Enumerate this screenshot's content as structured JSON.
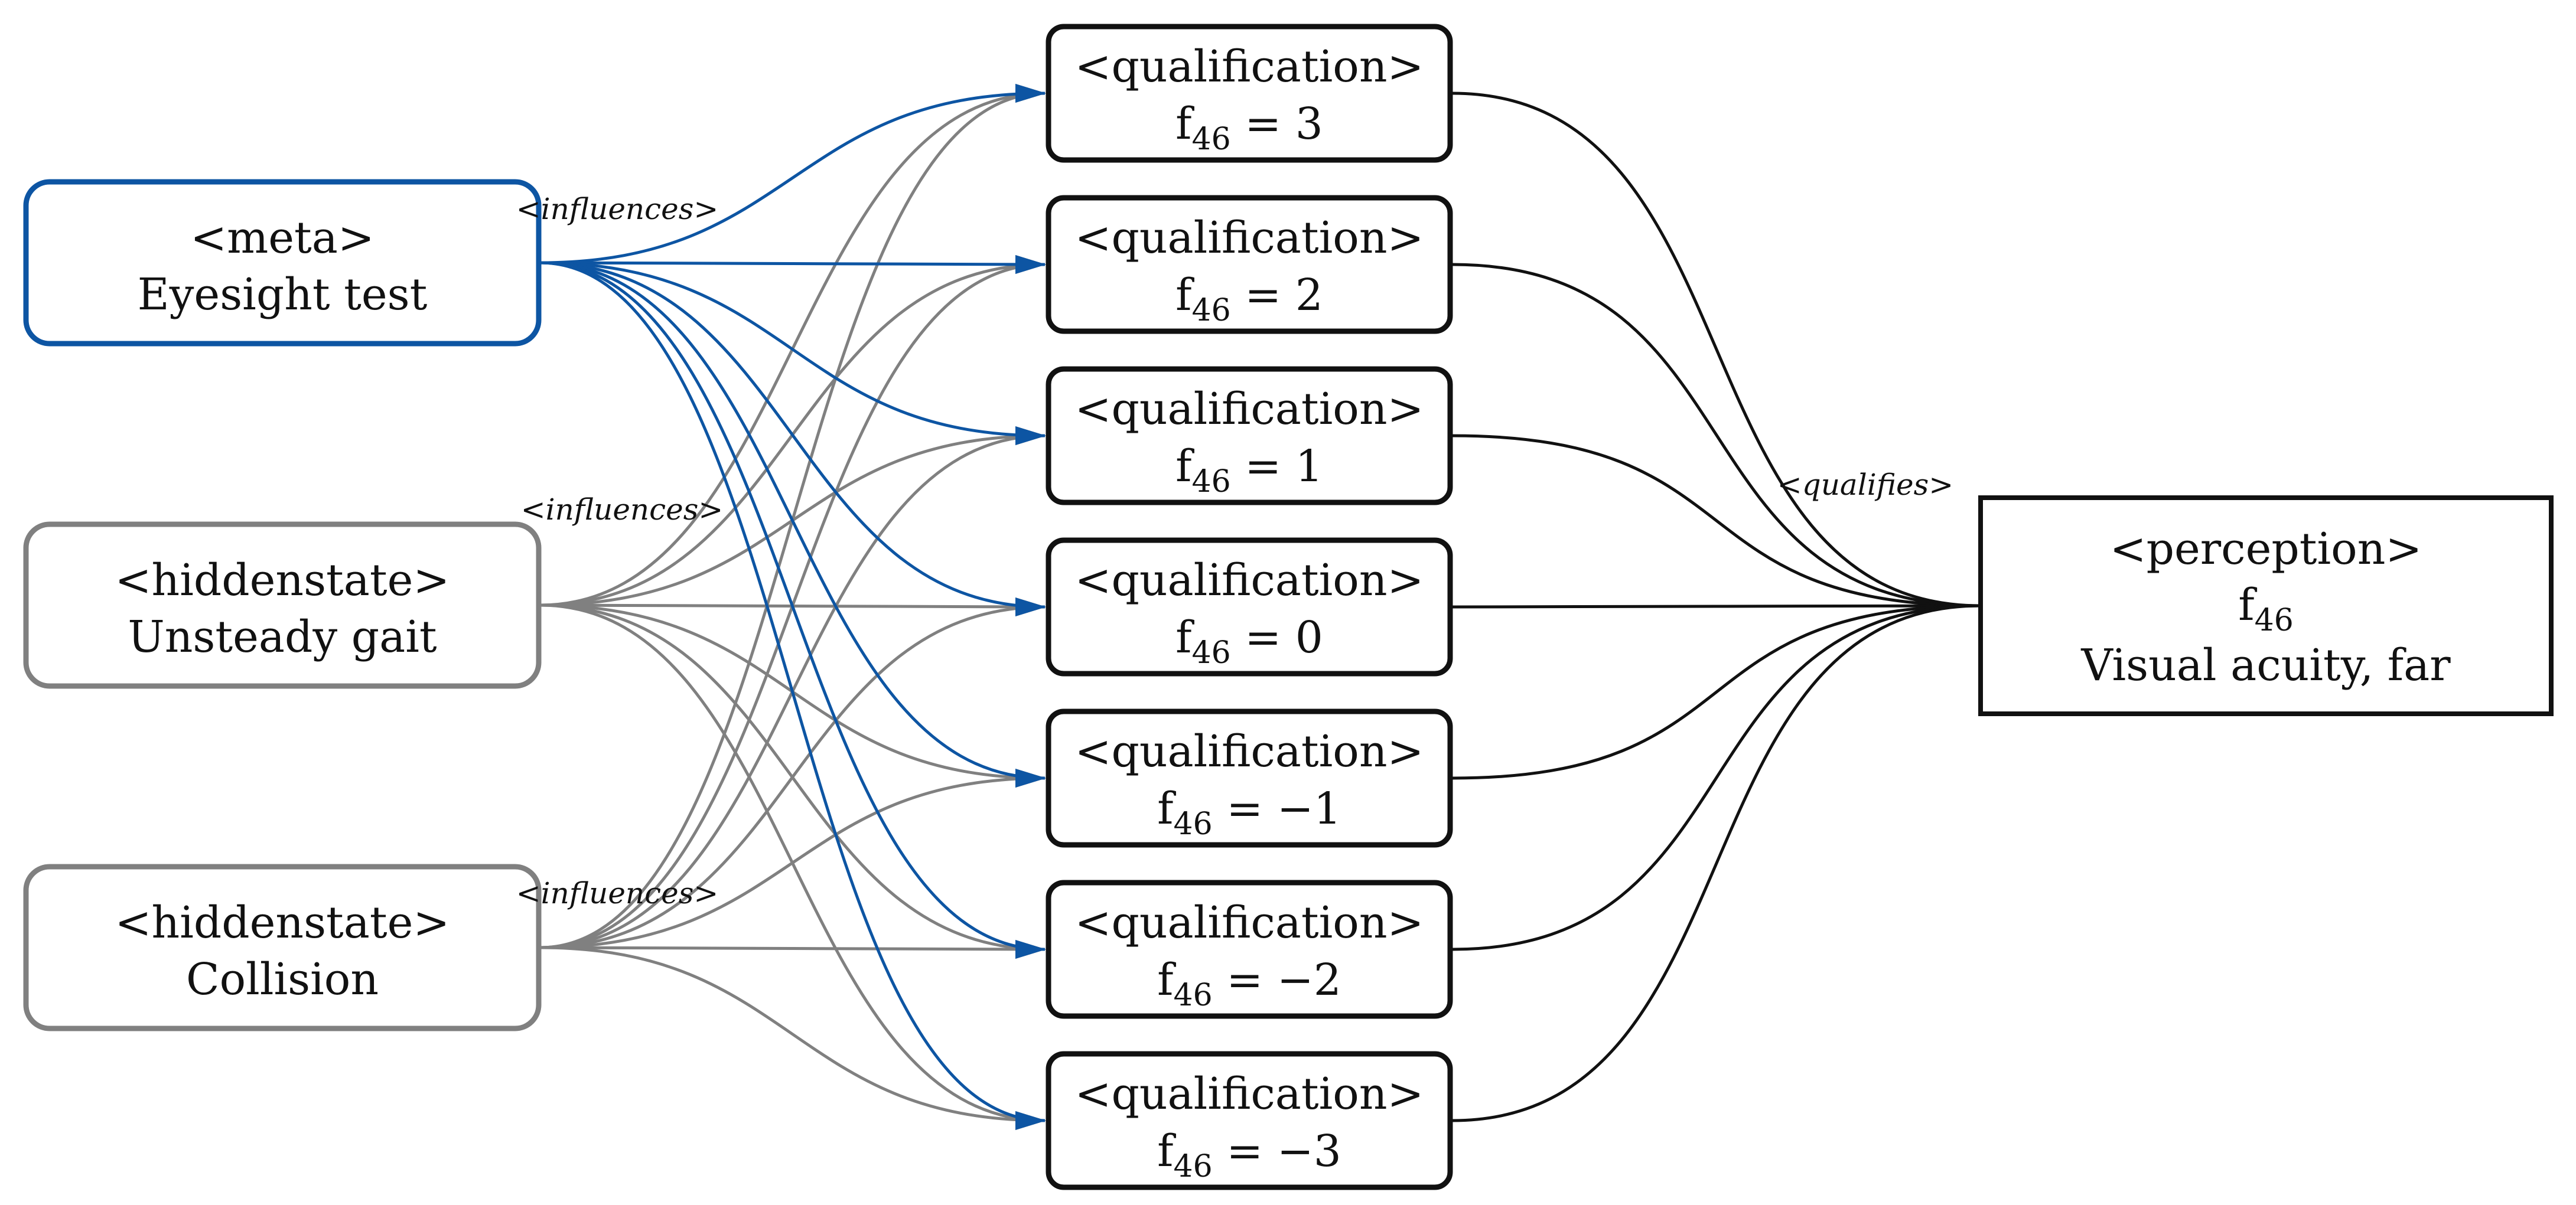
{
  "colors": {
    "meta": "#0d55a3",
    "hidden": "#808080",
    "qualifies": "#111111",
    "box_border": "#111111"
  },
  "sources": [
    {
      "id": "meta",
      "tag": "<meta>",
      "name": "Eyesight test",
      "style": "meta"
    },
    {
      "id": "hidden1",
      "tag": "<hiddenstate>",
      "name": "Unsteady gait",
      "style": "hidden"
    },
    {
      "id": "hidden2",
      "tag": "<hiddenstate>",
      "name": "Collision",
      "style": "hidden"
    }
  ],
  "qualifications": [
    {
      "tag": "<qualification>",
      "var": "f",
      "sub": "46",
      "rel": " = 3"
    },
    {
      "tag": "<qualification>",
      "var": "f",
      "sub": "46",
      "rel": " = 2"
    },
    {
      "tag": "<qualification>",
      "var": "f",
      "sub": "46",
      "rel": " = 1"
    },
    {
      "tag": "<qualification>",
      "var": "f",
      "sub": "46",
      "rel": " = 0"
    },
    {
      "tag": "<qualification>",
      "var": "f",
      "sub": "46",
      "rel": " = −1"
    },
    {
      "tag": "<qualification>",
      "var": "f",
      "sub": "46",
      "rel": " = −2"
    },
    {
      "tag": "<qualification>",
      "var": "f",
      "sub": "46",
      "rel": " = −3"
    }
  ],
  "perception": {
    "tag": "<perception>",
    "var": "f",
    "sub": "46",
    "name": "Visual acuity, far"
  },
  "edge_labels": {
    "influences": "<influences>",
    "qualifies": "<qualifies>"
  }
}
